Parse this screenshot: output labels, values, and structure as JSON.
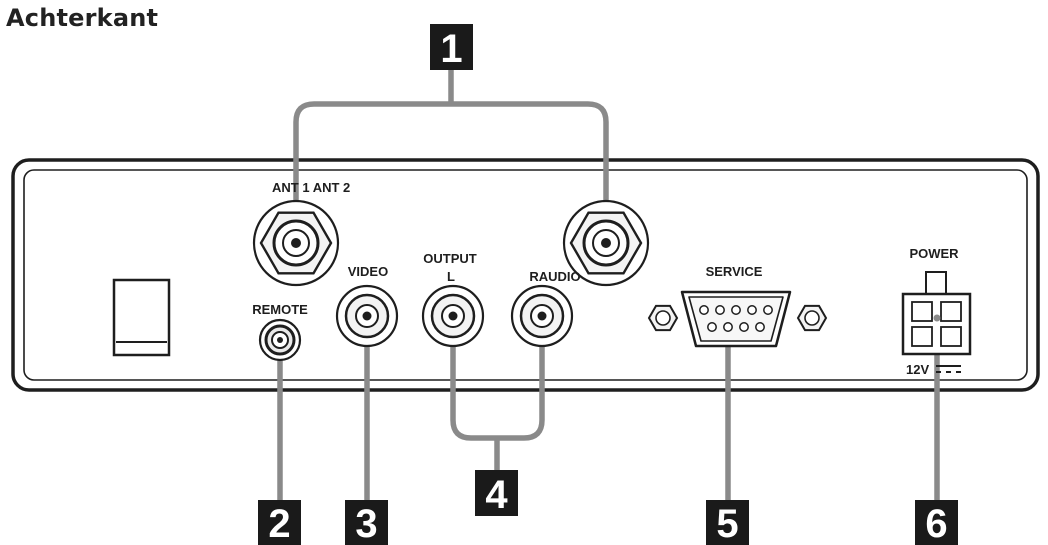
{
  "title": "Achterkant",
  "panel": {
    "labels": {
      "ant": "ANT 1 ANT 2",
      "remote": "REMOTE",
      "video": "VIDEO",
      "output": "OUTPUT",
      "output_l": "L",
      "raudio": "RAUDIO",
      "service": "SERVICE",
      "power": "POWER",
      "voltage": "12V"
    }
  },
  "callouts": {
    "c1": "1",
    "c2": "2",
    "c3": "3",
    "c4": "4",
    "c5": "5",
    "c6": "6"
  },
  "colors": {
    "ink": "#1e1e1e",
    "badge": "#1a1a1a",
    "leader": "#8a8a8a"
  }
}
